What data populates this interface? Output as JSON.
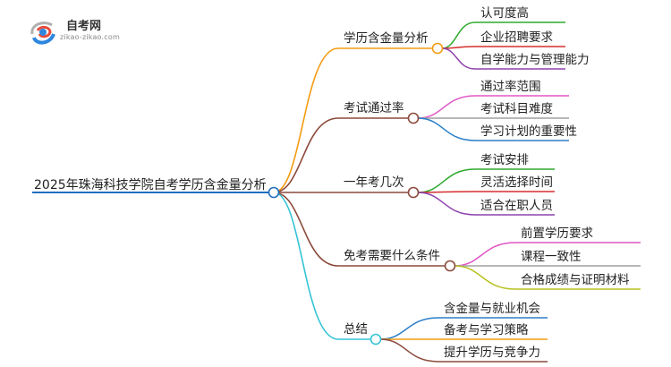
{
  "logo": {
    "title": "自考网",
    "subtitle": "zikao-zikao.com",
    "colors": {
      "swirl_blue": "#2e86de",
      "swirl_red": "#e74c3c",
      "swirl_gray": "#b0b0b0"
    }
  },
  "root": {
    "label": "2025年珠海科技学院自考学历含金量分析",
    "underline_color": "#1f6fbf"
  },
  "branches": [
    {
      "label": "学历含金量分析",
      "color": "#f39c12",
      "children": [
        {
          "label": "认可度高",
          "color": "#2eaa2e"
        },
        {
          "label": "企业招聘要求",
          "color": "#d62f2f"
        },
        {
          "label": "自学能力与管理能力",
          "color": "#8e44ad"
        }
      ]
    },
    {
      "label": "考试通过率",
      "color": "#8b4a3c",
      "children": [
        {
          "label": "通过率范围",
          "color": "#e056c6"
        },
        {
          "label": "考试科目难度",
          "color": "#a0a0a0"
        },
        {
          "label": "学习计划的重要性",
          "color": "#2b7fc9"
        }
      ]
    },
    {
      "label": "一年考几次",
      "color": "#8b4a3c",
      "children": [
        {
          "label": "考试安排",
          "color": "#2eaa2e"
        },
        {
          "label": "灵活选择时间",
          "color": "#d62f2f"
        },
        {
          "label": "适合在职人员",
          "color": "#8e44ad"
        }
      ]
    },
    {
      "label": "免考需要什么条件",
      "color": "#8b4a3c",
      "children": [
        {
          "label": "前置学历要求",
          "color": "#e056c6"
        },
        {
          "label": "课程一致性",
          "color": "#a0a0a0"
        },
        {
          "label": "合格成绩与证明材料",
          "color": "#b8c21e"
        }
      ]
    },
    {
      "label": "总结",
      "color": "#35c4d6",
      "children": [
        {
          "label": "含金量与就业机会",
          "color": "#2b7fc9"
        },
        {
          "label": "备考与学习策略",
          "color": "#f39c12"
        },
        {
          "label": "提升学历与竞争力",
          "color": "#8b4a3c"
        }
      ]
    }
  ]
}
